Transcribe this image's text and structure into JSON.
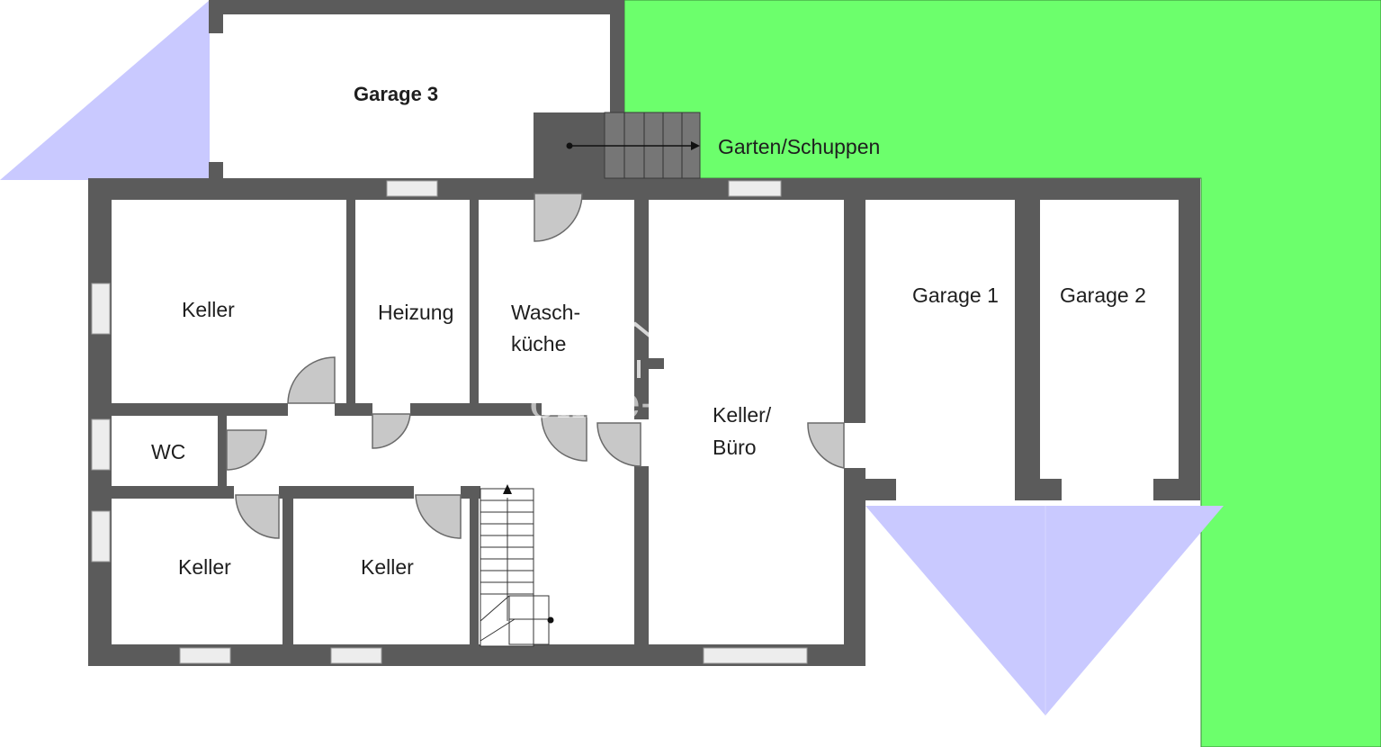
{
  "colors": {
    "wall": "#5b5b5b",
    "garden": "#6cff6c",
    "view_cone": "#c9c9ff",
    "window": "#ededed",
    "door": "#c8c8c8"
  },
  "rooms": {
    "garage3": "Garage 3",
    "garden_shed": "Garten/Schuppen",
    "keller_top": "Keller",
    "heizung": "Heizung",
    "waschkueche_1": "Wasch-",
    "waschkueche_2": "küche",
    "keller_buero_1": "Keller/",
    "keller_buero_2": "Büro",
    "garage1": "Garage 1",
    "garage2": "Garage 2",
    "wc": "WC",
    "keller_bottom_left": "Keller",
    "keller_bottom_mid": "Keller"
  },
  "watermark": "ohne-makler"
}
